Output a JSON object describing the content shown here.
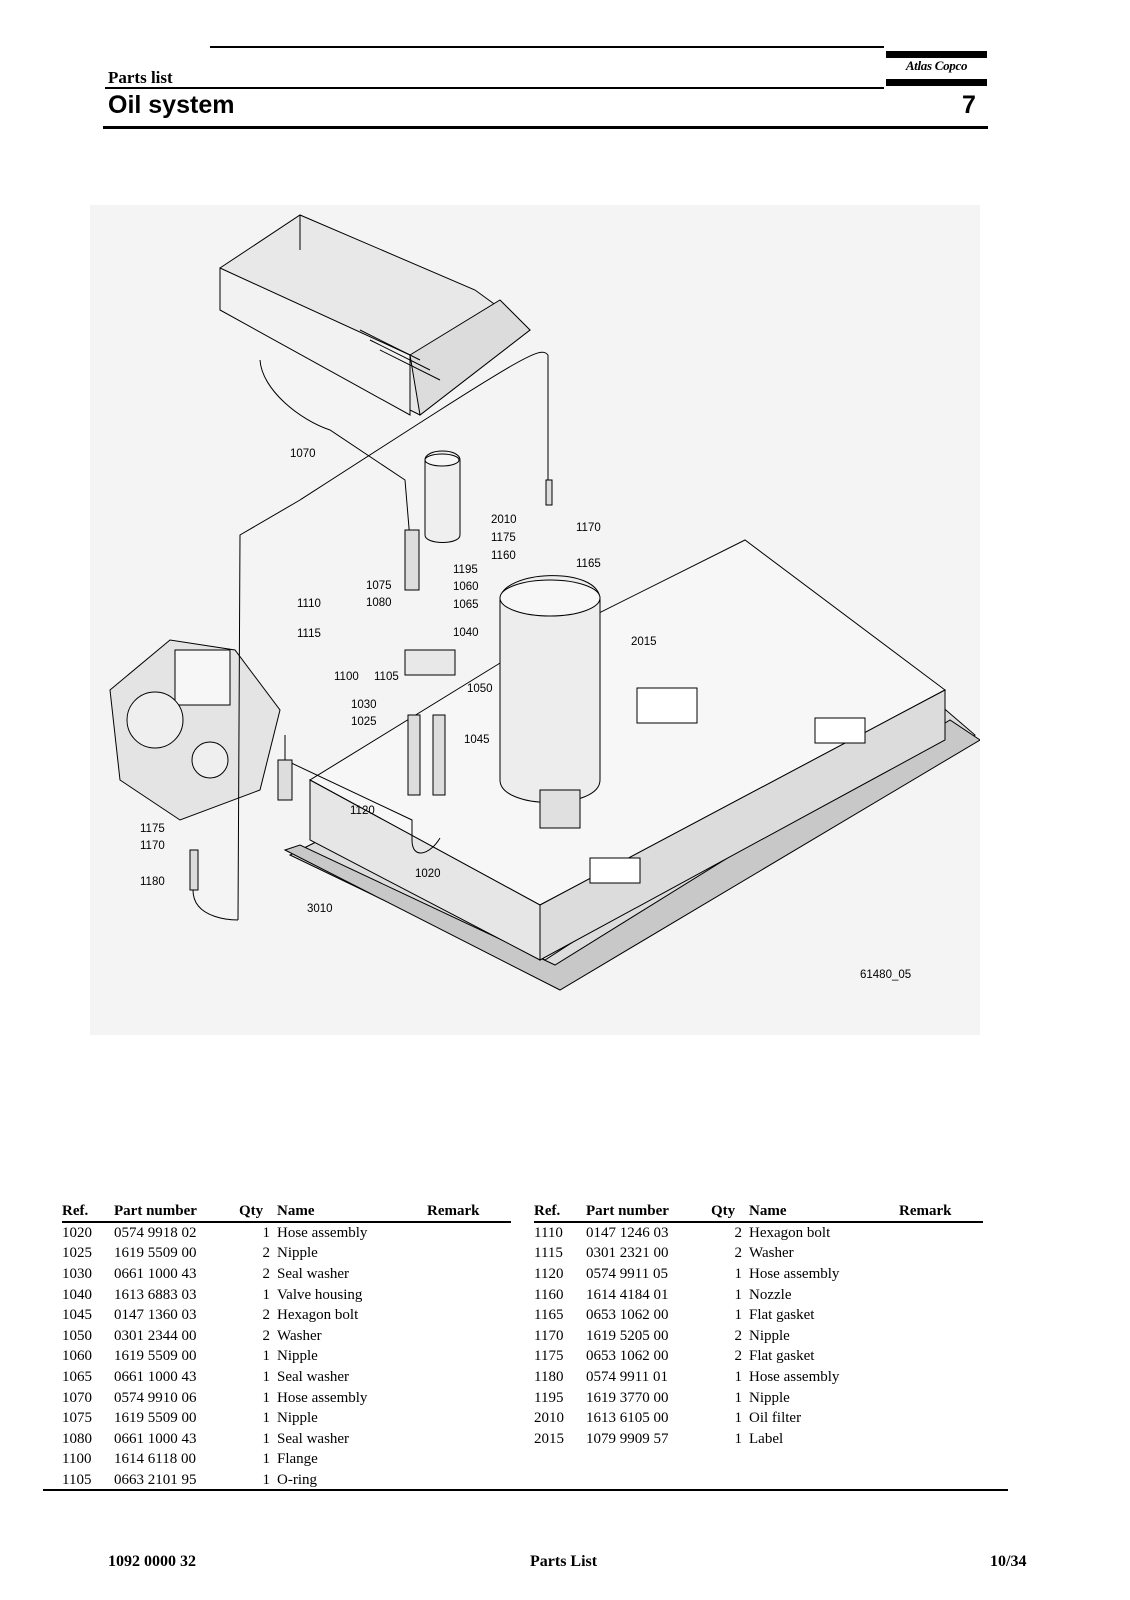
{
  "header": {
    "section_label": "Parts list",
    "page_title": "Oil system",
    "chapter_number": "7",
    "brand_logo_text": "Atlas Copco"
  },
  "diagram": {
    "drawing_number": "61480_05",
    "callouts": [
      "1070",
      "2010",
      "1170",
      "1175",
      "1160",
      "1165",
      "1195",
      "1075",
      "1060",
      "1080",
      "1065",
      "1110",
      "1115",
      "1040",
      "2015",
      "1100",
      "1105",
      "1050",
      "1030",
      "1025",
      "1045",
      "1120",
      "1175",
      "1170",
      "1180",
      "1020",
      "3010"
    ]
  },
  "table_headers": {
    "ref": "Ref.",
    "part_number": "Part number",
    "qty": "Qty",
    "name": "Name",
    "remark": "Remark"
  },
  "parts_left": [
    {
      "ref": "1020",
      "part_number": "0574 9918 02",
      "qty": "1",
      "name": "Hose assembly",
      "remark": ""
    },
    {
      "ref": "1025",
      "part_number": "1619 5509 00",
      "qty": "2",
      "name": "Nipple",
      "remark": ""
    },
    {
      "ref": "1030",
      "part_number": "0661 1000 43",
      "qty": "2",
      "name": "Seal washer",
      "remark": ""
    },
    {
      "ref": "1040",
      "part_number": "1613 6883 03",
      "qty": "1",
      "name": "Valve housing",
      "remark": ""
    },
    {
      "ref": "1045",
      "part_number": "0147 1360 03",
      "qty": "2",
      "name": "Hexagon bolt",
      "remark": ""
    },
    {
      "ref": "1050",
      "part_number": "0301 2344 00",
      "qty": "2",
      "name": "Washer",
      "remark": ""
    },
    {
      "ref": "1060",
      "part_number": "1619 5509 00",
      "qty": "1",
      "name": "Nipple",
      "remark": ""
    },
    {
      "ref": "1065",
      "part_number": "0661 1000 43",
      "qty": "1",
      "name": "Seal washer",
      "remark": ""
    },
    {
      "ref": "1070",
      "part_number": "0574 9910 06",
      "qty": "1",
      "name": "Hose assembly",
      "remark": ""
    },
    {
      "ref": "1075",
      "part_number": "1619 5509 00",
      "qty": "1",
      "name": "Nipple",
      "remark": ""
    },
    {
      "ref": "1080",
      "part_number": "0661 1000 43",
      "qty": "1",
      "name": "Seal washer",
      "remark": ""
    },
    {
      "ref": "1100",
      "part_number": "1614 6118 00",
      "qty": "1",
      "name": "Flange",
      "remark": ""
    },
    {
      "ref": "1105",
      "part_number": "0663 2101 95",
      "qty": "1",
      "name": "O-ring",
      "remark": ""
    }
  ],
  "parts_right": [
    {
      "ref": "1110",
      "part_number": "0147 1246 03",
      "qty": "2",
      "name": "Hexagon bolt",
      "remark": ""
    },
    {
      "ref": "1115",
      "part_number": "0301 2321 00",
      "qty": "2",
      "name": "Washer",
      "remark": ""
    },
    {
      "ref": "1120",
      "part_number": "0574 9911 05",
      "qty": "1",
      "name": "Hose assembly",
      "remark": ""
    },
    {
      "ref": "1160",
      "part_number": "1614 4184 01",
      "qty": "1",
      "name": "Nozzle",
      "remark": ""
    },
    {
      "ref": "1165",
      "part_number": "0653 1062 00",
      "qty": "1",
      "name": "Flat gasket",
      "remark": ""
    },
    {
      "ref": "1170",
      "part_number": "1619 5205 00",
      "qty": "2",
      "name": "Nipple",
      "remark": ""
    },
    {
      "ref": "1175",
      "part_number": "0653 1062 00",
      "qty": "2",
      "name": "Flat gasket",
      "remark": ""
    },
    {
      "ref": "1180",
      "part_number": "0574 9911 01",
      "qty": "1",
      "name": "Hose assembly",
      "remark": ""
    },
    {
      "ref": "1195",
      "part_number": "1619 3770 00",
      "qty": "1",
      "name": "Nipple",
      "remark": ""
    },
    {
      "ref": "2010",
      "part_number": "1613 6105 00",
      "qty": "1",
      "name": "Oil filter",
      "remark": ""
    },
    {
      "ref": "2015",
      "part_number": "1079 9909 57",
      "qty": "1",
      "name": "Label",
      "remark": ""
    }
  ],
  "footer": {
    "document_number": "1092 0000 32",
    "title": "Parts List",
    "page": "10/34"
  }
}
